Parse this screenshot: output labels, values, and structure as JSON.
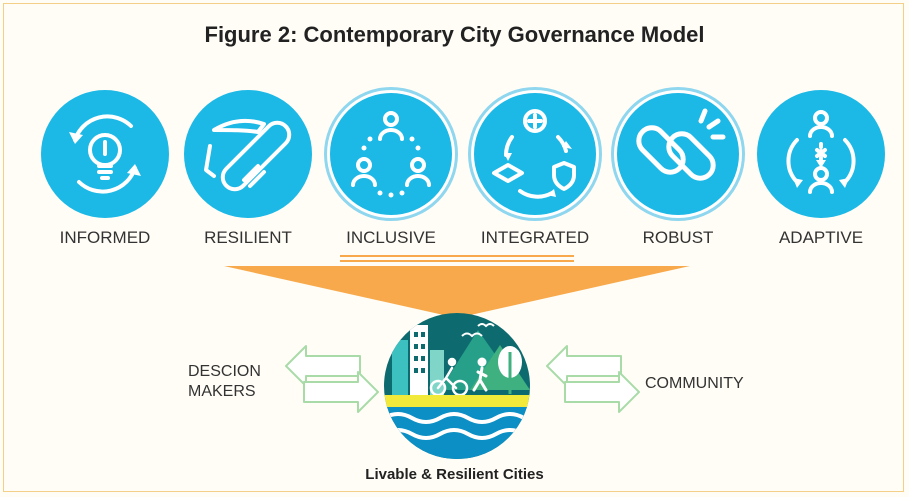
{
  "title": "Figure 2: Contemporary City Governance Model",
  "principles": [
    {
      "label": "INFORMED",
      "icon": "lightbulb-cycle-icon"
    },
    {
      "label": "RESILIENT",
      "icon": "multi-tool-knife-icon"
    },
    {
      "label": "INCLUSIVE",
      "icon": "people-circle-icon"
    },
    {
      "label": "INTEGRATED",
      "icon": "cycle-health-education-security-icon"
    },
    {
      "label": "ROBUST",
      "icon": "chain-link-icon"
    },
    {
      "label": "ADAPTIVE",
      "icon": "person-adaptation-icon"
    }
  ],
  "left_actor": {
    "line1": "DESCION",
    "line2": "MAKERS"
  },
  "right_actor": "COMMUNITY",
  "center_label": "Livable & Resilient Cities",
  "colors": {
    "circle": "#1cb8e6",
    "arrow": "#f7a94b",
    "exchange": "#a9dba9",
    "frame": "#f3cf88"
  }
}
